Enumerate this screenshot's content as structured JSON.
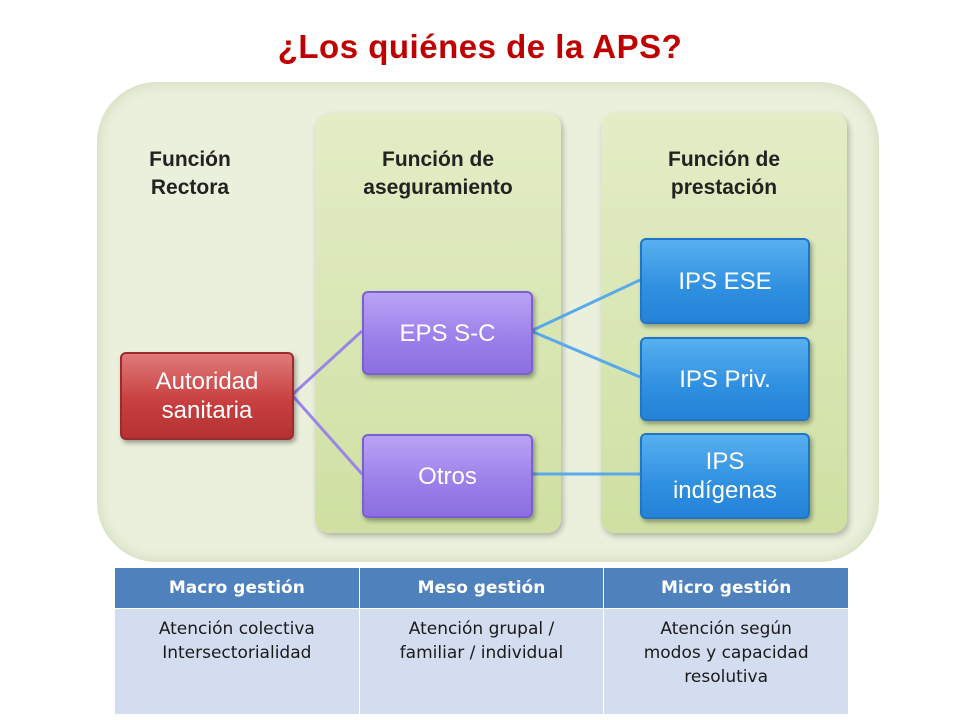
{
  "title": "¿Los quiénes de la APS?",
  "columns": {
    "rectora": [
      "Función",
      "Rectora"
    ],
    "aseguramiento": [
      "Función de",
      "aseguramiento"
    ],
    "prestacion": [
      "Función de",
      "prestación"
    ]
  },
  "nodes": {
    "autoridad": [
      "Autoridad",
      "sanitaria"
    ],
    "eps": "EPS S-C",
    "otros": "Otros",
    "ips_ese": "IPS ESE",
    "ips_priv": "IPS Priv.",
    "ips_indigenas": [
      "IPS",
      "indígenas"
    ]
  },
  "table": {
    "headers": [
      "Macro gestión",
      "Meso gestión",
      "Micro gestión"
    ],
    "rows": [
      [
        [
          "Atención colectiva",
          "Intersectorialidad"
        ],
        [
          "Atención grupal /",
          "familiar / individual"
        ],
        [
          "Atención según",
          "modos y capacidad",
          "resolutiva"
        ]
      ]
    ]
  },
  "colors": {
    "title": "#c00000",
    "rectora_box": "#c94040",
    "aseguramiento_box": "#9a7ee9",
    "prestacion_box": "#2f8fe0",
    "table_header": "#4f81bd",
    "table_cell": "#d3ddef"
  }
}
